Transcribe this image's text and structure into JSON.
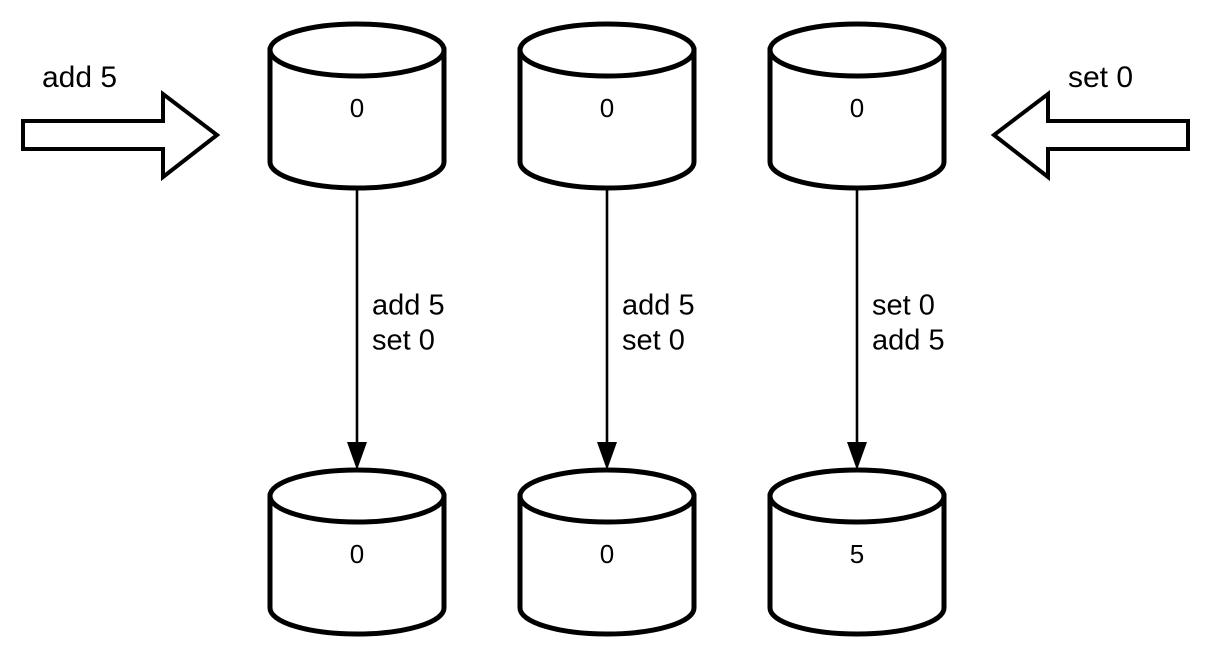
{
  "diagram": {
    "title": "replicated-counter-convergence-diagram",
    "background_color": "#ffffff",
    "stroke_color": "#000000",
    "external_operations": [
      {
        "id": "op-left",
        "label": "add 5",
        "direction": "right",
        "target_replica": 1
      },
      {
        "id": "op-right",
        "label": "set 0",
        "direction": "left",
        "target_replica": 3
      }
    ],
    "replicas_before": [
      {
        "id": "replica-1-before",
        "value": "0"
      },
      {
        "id": "replica-2-before",
        "value": "0"
      },
      {
        "id": "replica-3-before",
        "value": "0"
      }
    ],
    "replicas_after": [
      {
        "id": "replica-1-after",
        "value": "0"
      },
      {
        "id": "replica-2-after",
        "value": "0"
      },
      {
        "id": "replica-3-after",
        "value": "5"
      }
    ],
    "transitions": [
      {
        "id": "transition-1",
        "line_1": "add 5",
        "line_2": "set 0"
      },
      {
        "id": "transition-2",
        "line_1": "add 5",
        "line_2": "set 0"
      },
      {
        "id": "transition-3",
        "line_1": "set 0",
        "line_2": "add 5"
      }
    ]
  }
}
